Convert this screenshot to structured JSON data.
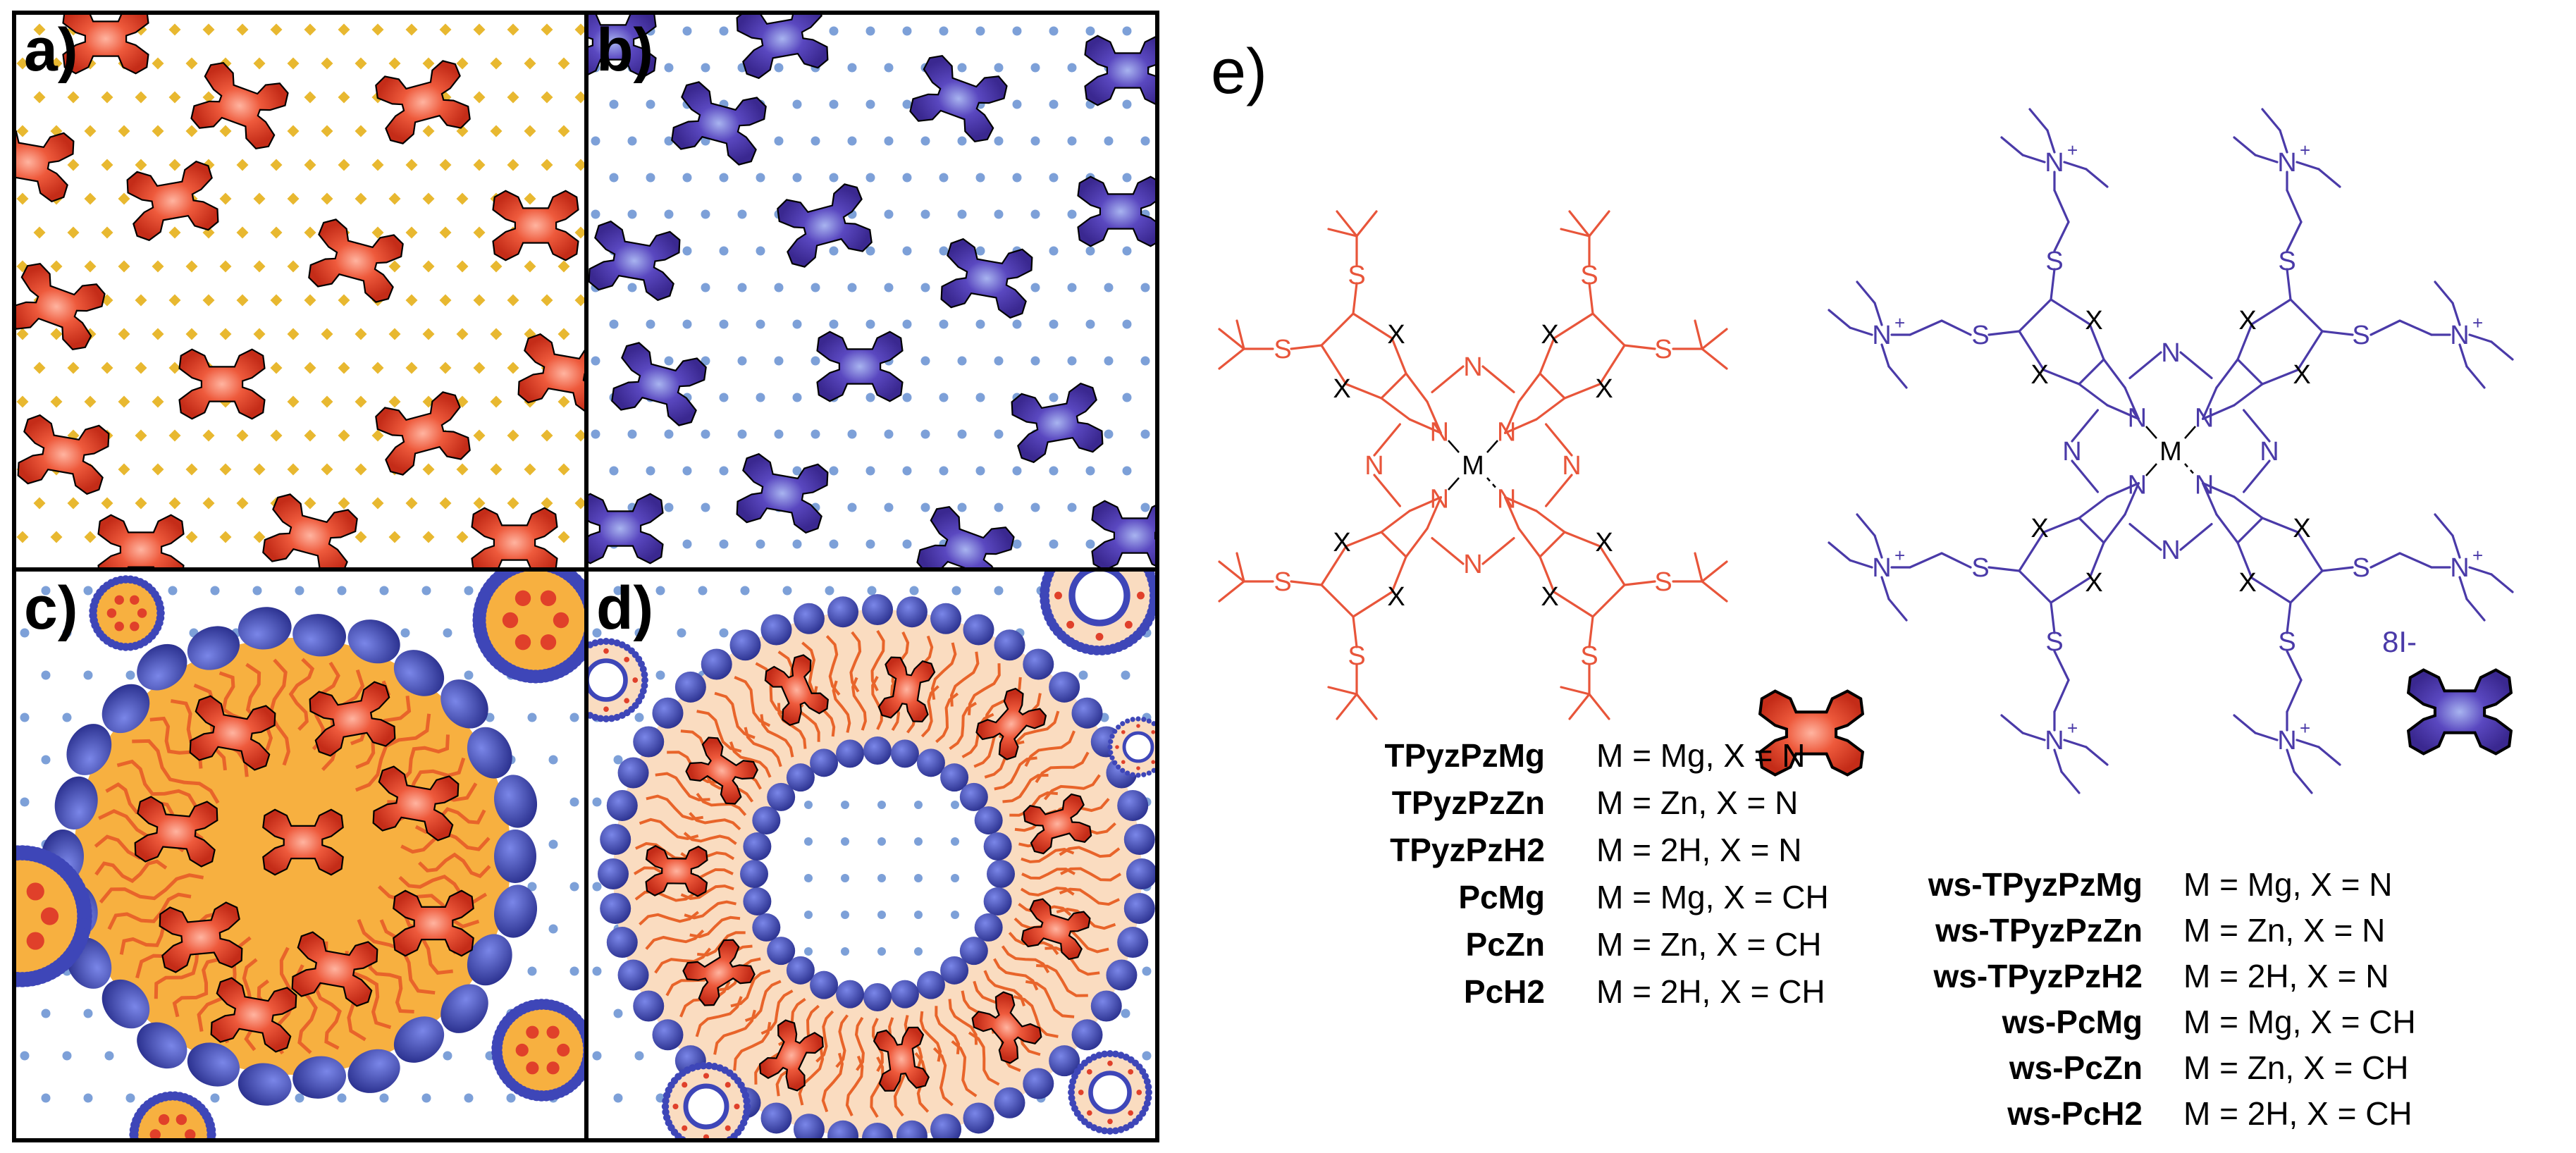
{
  "panels": {
    "a": {
      "label": "a)"
    },
    "b": {
      "label": "b)"
    },
    "c": {
      "label": "c)"
    },
    "d": {
      "label": "d)"
    },
    "e": {
      "label": "e)"
    }
  },
  "structure_red": {
    "color": "#e8553a",
    "central_metal": "M",
    "atoms": {
      "x": "X",
      "n": "N",
      "s": "S"
    }
  },
  "structure_purple": {
    "color": "#4a3aa8",
    "central_metal": "M",
    "atoms": {
      "x": "X",
      "n": "N",
      "s": "S",
      "nplus": "N",
      "plus": "+"
    },
    "counterion": "8I-"
  },
  "legend_red": [
    {
      "name": "TPyzPzMg",
      "desc": "M = Mg, X = N"
    },
    {
      "name": "TPyzPzZn",
      "desc": "M = Zn, X = N"
    },
    {
      "name": "TPyzPzH2",
      "desc": "M = 2H, X = N"
    },
    {
      "name": "PcMg",
      "desc": "M = Mg, X = CH"
    },
    {
      "name": "PcZn",
      "desc": "M = Zn, X = CH"
    },
    {
      "name": "PcH2",
      "desc": "M = 2H, X = CH"
    }
  ],
  "legend_purple": [
    {
      "name": "ws-TPyzPzMg",
      "desc": "M = Mg, X = N"
    },
    {
      "name": "ws-TPyzPzZn",
      "desc": "M = Zn, X = N"
    },
    {
      "name": "ws-TPyzPzH2",
      "desc": "M = 2H, X = N"
    },
    {
      "name": "ws-PcMg",
      "desc": "M = Mg, X = CH"
    },
    {
      "name": "ws-PcZn",
      "desc": "M = Zn, X = CH"
    },
    {
      "name": "ws-PcH2",
      "desc": "M = 2H, X = CH"
    }
  ],
  "colors": {
    "red_molecule": "#e0402a",
    "purple_molecule": "#4b35a8",
    "yellow_dot": "#e8b830",
    "blue_dot": "#7da0d8",
    "micelle_core": "#f7b040",
    "bilayer_fill": "#fadcc0",
    "headgroup": "#3e46b8",
    "tail": "#e8642a"
  }
}
